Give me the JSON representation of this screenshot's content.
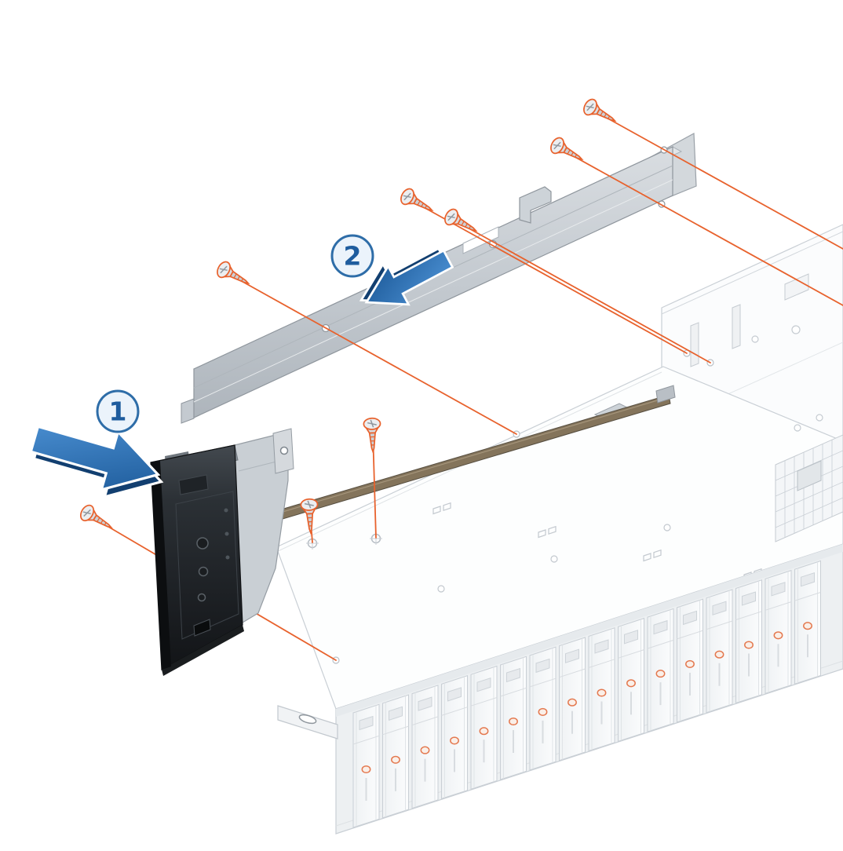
{
  "figure": {
    "background": "#ffffff"
  },
  "callouts": [
    {
      "label": "1"
    },
    {
      "label": "2"
    }
  ],
  "icons": {
    "step1_arrow": "block-arrow-pointing-right-down",
    "step2_arrow": "block-arrow-pointing-left-down",
    "screw": "phillips-flat-head-screw"
  },
  "colors": {
    "callout_ring": "#2E6DA8",
    "callout_fill": "#EBF3FB",
    "callout_text": "#1E5C9E",
    "arrow_fill_light": "#4E93D6",
    "arrow_fill_dark": "#1A5796",
    "arrow_shadow": "#123F70",
    "leader_line": "#E8622D",
    "screw_outline": "#E8622D",
    "drive_dot": "#E4784E",
    "chassis_line": "#C9CFD5",
    "chassis_fill": "#FDFEFE",
    "bracket_fill": "#C4CAD0",
    "panel_dark": "#1C1F23",
    "ribbon": "#84745B"
  },
  "counts": {
    "callouts": 2,
    "screws": 8,
    "drive_bays": 16
  }
}
